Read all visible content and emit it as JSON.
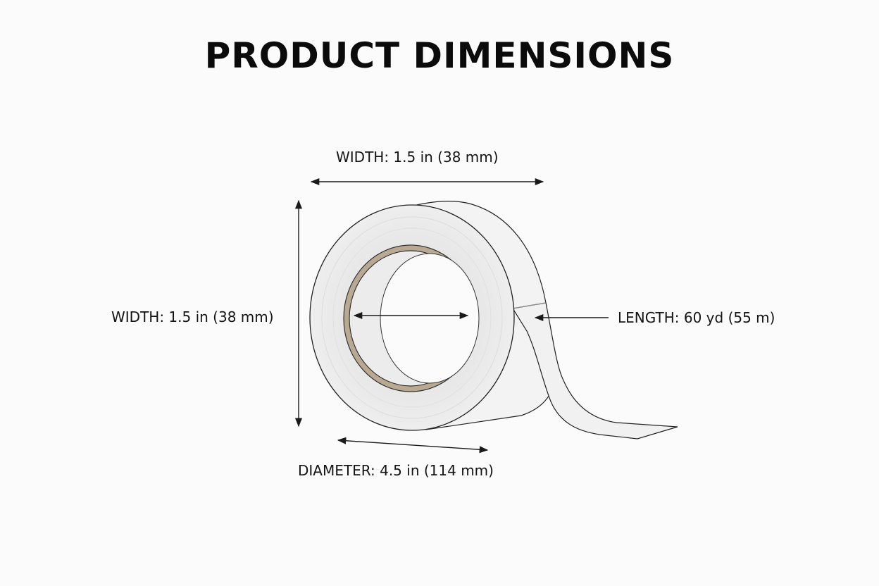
{
  "title": "PRODUCT DIMENSIONS",
  "labels": {
    "top_width": "WIDTH: 1.5 in (38 mm)",
    "side_width": "WIDTH: 1.5 in (38 mm)",
    "length": "LENGTH: 60 yd (55 m)",
    "diameter": "DIAMETER: 4.5 in (114 mm)"
  },
  "colors": {
    "background": "#fbfbfb",
    "tape_face": "#ebebeb",
    "tape_side": "#f3f3f3",
    "core": "#b9a993",
    "line": "#222222"
  }
}
